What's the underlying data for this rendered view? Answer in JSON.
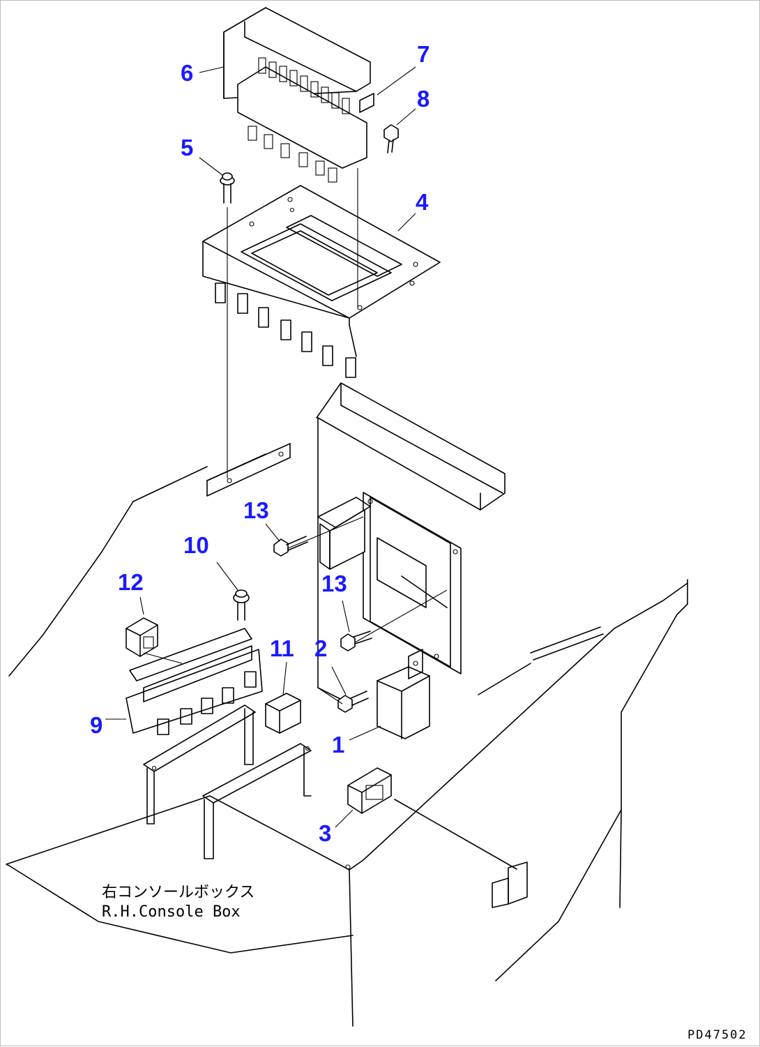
{
  "figure": {
    "code": "PD47502",
    "caption_jp": "右コンソールボックス",
    "caption_en": "R.H.Console Box"
  },
  "callouts": [
    "1",
    "2",
    "3",
    "4",
    "5",
    "6",
    "7",
    "8",
    "9",
    "10",
    "11",
    "12",
    "13",
    "13"
  ],
  "colors": {
    "callout": "#1a1aff",
    "line": "#000000",
    "background": "#ffffff"
  }
}
